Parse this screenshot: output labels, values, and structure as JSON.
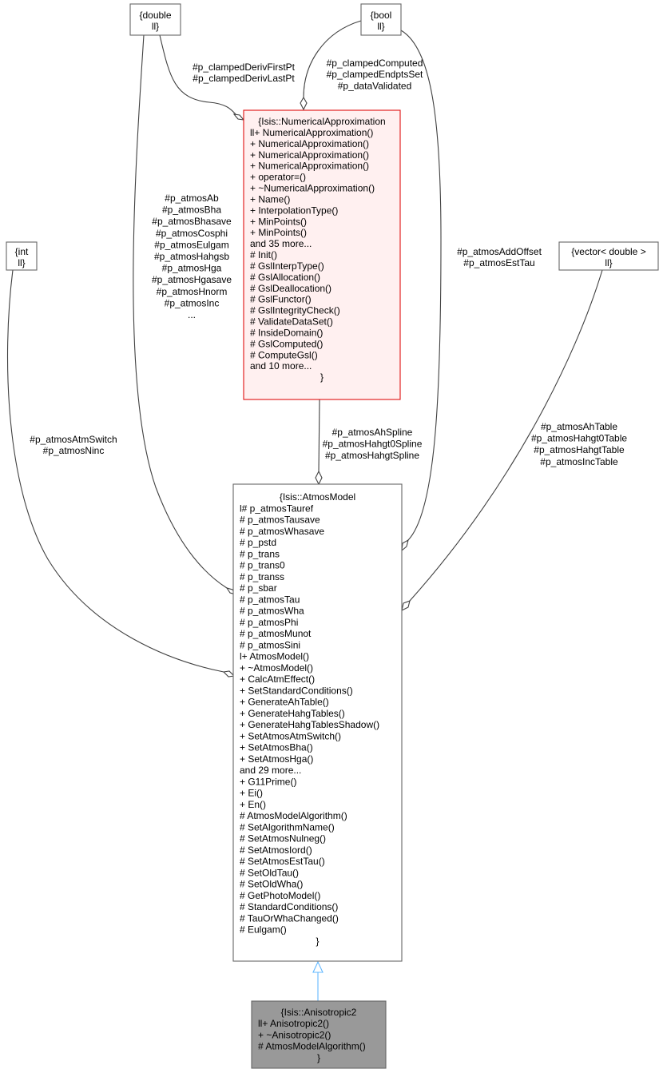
{
  "nodes": {
    "double": {
      "lines": [
        "{double",
        "ll}"
      ]
    },
    "bool": {
      "lines": [
        "{bool",
        "ll}"
      ]
    },
    "int": {
      "lines": [
        "{int",
        "ll}"
      ]
    },
    "vector": {
      "lines": [
        "{vector< double >",
        "ll}"
      ]
    },
    "numerical_approximation": {
      "lines": [
        "{Isis::NumericalApproximation",
        "ll+ NumericalApproximation()",
        "+ NumericalApproximation()",
        "+ NumericalApproximation()",
        "+ NumericalApproximation()",
        "+ operator=()",
        "+ ~NumericalApproximation()",
        "+ Name()",
        "+ InterpolationType()",
        "+ MinPoints()",
        "+ MinPoints()",
        "and 35 more...",
        "# Init()",
        "# GslInterpType()",
        "# GslAllocation()",
        "# GslDeallocation()",
        "# GslFunctor()",
        "# GslIntegrityCheck()",
        "# ValidateDataSet()",
        "# InsideDomain()",
        "# GslComputed()",
        "# ComputeGsl()",
        "and 10 more...",
        "}"
      ]
    },
    "atmos_model": {
      "lines": [
        "{Isis::AtmosModel",
        "l# p_atmosTauref",
        "# p_atmosTausave",
        "# p_atmosWhasave",
        "# p_pstd",
        "# p_trans",
        "# p_trans0",
        "# p_transs",
        "# p_sbar",
        "# p_atmosTau",
        "# p_atmosWha",
        "# p_atmosPhi",
        "# p_atmosMunot",
        "# p_atmosSini",
        "l+ AtmosModel()",
        "+ ~AtmosModel()",
        "+ CalcAtmEffect()",
        "+ SetStandardConditions()",
        "+ GenerateAhTable()",
        "+ GenerateHahgTables()",
        "+ GenerateHahgTablesShadow()",
        "+ SetAtmosAtmSwitch()",
        "+ SetAtmosBha()",
        "+ SetAtmosHga()",
        "and 29 more...",
        "+ G11Prime()",
        "+ Ei()",
        "+ En()",
        "# AtmosModelAlgorithm()",
        "# SetAlgorithmName()",
        "# SetAtmosNulneg()",
        "# SetAtmosIord()",
        "# SetAtmosEstTau()",
        "# SetOldTau()",
        "# SetOldWha()",
        "# GetPhotoModel()",
        "# StandardConditions()",
        "# TauOrWhaChanged()",
        "# Eulgam()",
        "}"
      ]
    },
    "anisotropic2": {
      "lines": [
        "{Isis::Anisotropic2",
        "ll+ Anisotropic2()",
        "+ ~Anisotropic2()",
        "# AtmosModelAlgorithm()",
        "}"
      ]
    }
  },
  "edge_labels": {
    "double_to_numapprox": [
      "#p_clampedDerivFirstPt",
      "#p_clampedDerivLastPt"
    ],
    "bool_to_numapprox": [
      "#p_clampedComputed",
      "#p_clampedEndptsSet",
      "#p_dataValidated"
    ],
    "double_to_atmos": [
      "#p_atmosAb",
      "#p_atmosBha",
      "#p_atmosBhasave",
      "#p_atmosCosphi",
      "#p_atmosEulgam",
      "#p_atmosHahgsb",
      "#p_atmosHga",
      "#p_atmosHgasave",
      "#p_atmosHnorm",
      "#p_atmosInc",
      "..."
    ],
    "bool_to_atmos": [
      "#p_atmosAddOffset",
      "#p_atmosEstTau"
    ],
    "int_to_atmos": [
      "#p_atmosAtmSwitch",
      "#p_atmosNinc"
    ],
    "numapprox_to_atmos": [
      "#p_atmosAhSpline",
      "#p_atmosHahgt0Spline",
      "#p_atmosHahgtSpline"
    ],
    "vector_to_atmos": [
      "#p_atmosAhTable",
      "#p_atmosHahgt0Table",
      "#p_atmosHahgtTable",
      "#p_atmosIncTable"
    ]
  },
  "colors": {
    "highlight_border": "#e01010",
    "highlight_fill": "#fff0f0",
    "current_fill": "#999999",
    "inheritance_edge": "#63b8ff",
    "edge": "#404040"
  }
}
